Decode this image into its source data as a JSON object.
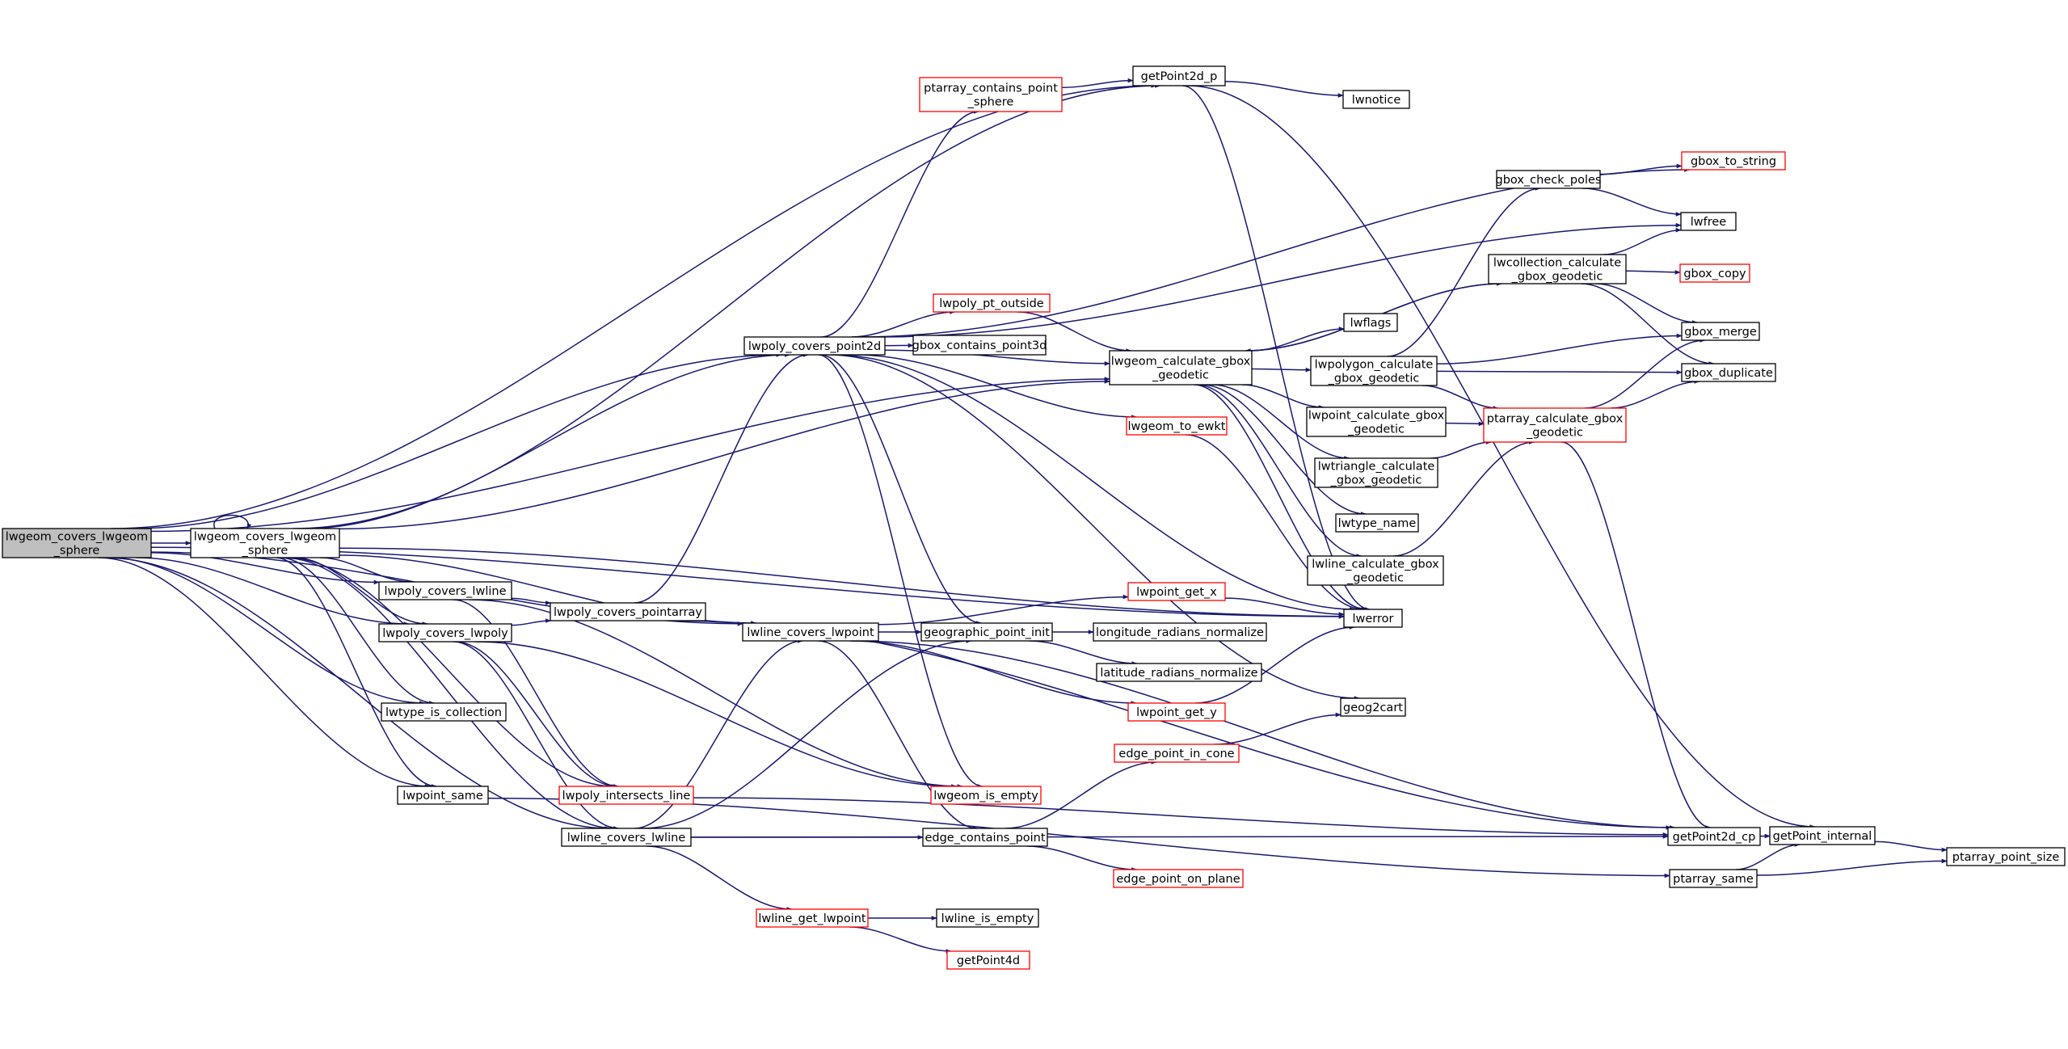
{
  "colors": {
    "edge": "#191970",
    "normal_border": "#000000",
    "truncated_border": "#ff0000",
    "root_fill": "#bfbfbf",
    "node_fill": "#ffffff"
  },
  "nodes": [
    {
      "id": "root",
      "lines": [
        "lwgeom_covers_lwgeom",
        "_sphere"
      ],
      "style": "root"
    },
    {
      "id": "inner",
      "lines": [
        "lwgeom_covers_lwgeom",
        "_sphere"
      ],
      "style": "normal"
    },
    {
      "id": "getPoint2d_p",
      "lines": [
        "getPoint2d_p"
      ],
      "style": "normal"
    },
    {
      "id": "lwnotice",
      "lines": [
        "lwnotice"
      ],
      "style": "normal"
    },
    {
      "id": "ptarray_contains_point_sphere",
      "lines": [
        "ptarray_contains_point",
        "_sphere"
      ],
      "style": "truncated"
    },
    {
      "id": "getPoint_internal",
      "lines": [
        "getPoint_internal"
      ],
      "style": "normal"
    },
    {
      "id": "lwerror",
      "lines": [
        "lwerror"
      ],
      "style": "normal"
    },
    {
      "id": "gbox_check_poles",
      "lines": [
        "gbox_check_poles"
      ],
      "style": "normal"
    },
    {
      "id": "gbox_to_string",
      "lines": [
        "gbox_to_string"
      ],
      "style": "truncated"
    },
    {
      "id": "lwfree",
      "lines": [
        "lwfree"
      ],
      "style": "normal"
    },
    {
      "id": "lwcollection_calc",
      "lines": [
        "lwcollection_calculate",
        "_gbox_geodetic"
      ],
      "style": "normal"
    },
    {
      "id": "gbox_copy",
      "lines": [
        "gbox_copy"
      ],
      "style": "truncated"
    },
    {
      "id": "lwpoly_pt_outside",
      "lines": [
        "lwpoly_pt_outside"
      ],
      "style": "truncated"
    },
    {
      "id": "lwflags",
      "lines": [
        "lwflags"
      ],
      "style": "normal"
    },
    {
      "id": "lwpoly_covers_point2d",
      "lines": [
        "lwpoly_covers_point2d"
      ],
      "style": "normal"
    },
    {
      "id": "gbox_contains_point3d",
      "lines": [
        "gbox_contains_point3d"
      ],
      "style": "normal"
    },
    {
      "id": "lwgeom_calc_gbox",
      "lines": [
        "lwgeom_calculate_gbox",
        "_geodetic"
      ],
      "style": "normal"
    },
    {
      "id": "gbox_merge",
      "lines": [
        "gbox_merge"
      ],
      "style": "normal"
    },
    {
      "id": "lwpolygon_calc",
      "lines": [
        "lwpolygon_calculate",
        "_gbox_geodetic"
      ],
      "style": "normal"
    },
    {
      "id": "gbox_duplicate",
      "lines": [
        "gbox_duplicate"
      ],
      "style": "normal"
    },
    {
      "id": "lwgeom_to_ewkt",
      "lines": [
        "lwgeom_to_ewkt"
      ],
      "style": "truncated"
    },
    {
      "id": "lwpoint_calc",
      "lines": [
        "lwpoint_calculate_gbox",
        "_geodetic"
      ],
      "style": "normal"
    },
    {
      "id": "ptarray_calc",
      "lines": [
        "ptarray_calculate_gbox",
        "_geodetic"
      ],
      "style": "truncated"
    },
    {
      "id": "lwtriangle_calc",
      "lines": [
        "lwtriangle_calculate",
        "_gbox_geodetic"
      ],
      "style": "normal"
    },
    {
      "id": "lwtype_name",
      "lines": [
        "lwtype_name"
      ],
      "style": "normal"
    },
    {
      "id": "lwline_calc",
      "lines": [
        "lwline_calculate_gbox",
        "_geodetic"
      ],
      "style": "normal"
    },
    {
      "id": "lwpoly_covers_lwline",
      "lines": [
        "lwpoly_covers_lwline"
      ],
      "style": "normal"
    },
    {
      "id": "lwpoint_get_x",
      "lines": [
        "lwpoint_get_x"
      ],
      "style": "truncated"
    },
    {
      "id": "lwpoly_covers_pointarray",
      "lines": [
        "lwpoly_covers_pointarray"
      ],
      "style": "normal"
    },
    {
      "id": "lwline_covers_lwpoint",
      "lines": [
        "lwline_covers_lwpoint"
      ],
      "style": "normal"
    },
    {
      "id": "geographic_point_init",
      "lines": [
        "geographic_point_init"
      ],
      "style": "normal"
    },
    {
      "id": "longitude_radians_normalize",
      "lines": [
        "longitude_radians_normalize"
      ],
      "style": "normal"
    },
    {
      "id": "lwpoly_covers_lwpoly",
      "lines": [
        "lwpoly_covers_lwpoly"
      ],
      "style": "normal"
    },
    {
      "id": "latitude_radians_normalize",
      "lines": [
        "latitude_radians_normalize"
      ],
      "style": "normal"
    },
    {
      "id": "lwtype_is_collection",
      "lines": [
        "lwtype_is_collection"
      ],
      "style": "normal"
    },
    {
      "id": "lwpoint_get_y",
      "lines": [
        "lwpoint_get_y"
      ],
      "style": "truncated"
    },
    {
      "id": "geog2cart",
      "lines": [
        "geog2cart"
      ],
      "style": "normal"
    },
    {
      "id": "edge_point_in_cone",
      "lines": [
        "edge_point_in_cone"
      ],
      "style": "truncated"
    },
    {
      "id": "lwpoint_same",
      "lines": [
        "lwpoint_same"
      ],
      "style": "normal"
    },
    {
      "id": "lwpoly_intersects_line",
      "lines": [
        "lwpoly_intersects_line"
      ],
      "style": "truncated"
    },
    {
      "id": "lwgeom_is_empty",
      "lines": [
        "lwgeom_is_empty"
      ],
      "style": "truncated"
    },
    {
      "id": "lwline_covers_lwline",
      "lines": [
        "lwline_covers_lwline"
      ],
      "style": "normal"
    },
    {
      "id": "edge_contains_point",
      "lines": [
        "edge_contains_point"
      ],
      "style": "normal"
    },
    {
      "id": "getPoint2d_cp",
      "lines": [
        "getPoint2d_cp"
      ],
      "style": "normal"
    },
    {
      "id": "ptarray_point_size",
      "lines": [
        "ptarray_point_size"
      ],
      "style": "normal"
    },
    {
      "id": "ptarray_same",
      "lines": [
        "ptarray_same"
      ],
      "style": "normal"
    },
    {
      "id": "edge_point_on_plane",
      "lines": [
        "edge_point_on_plane"
      ],
      "style": "truncated"
    },
    {
      "id": "lwline_get_lwpoint",
      "lines": [
        "lwline_get_lwpoint"
      ],
      "style": "truncated"
    },
    {
      "id": "lwline_is_empty",
      "lines": [
        "lwline_is_empty"
      ],
      "style": "normal"
    },
    {
      "id": "getPoint4d",
      "lines": [
        "getPoint4d"
      ],
      "style": "truncated"
    }
  ],
  "edges": [
    [
      "root",
      "inner"
    ],
    [
      "root",
      "getPoint2d_p"
    ],
    [
      "root",
      "lwgeom_calc_gbox"
    ],
    [
      "root",
      "lwpoly_covers_point2d"
    ],
    [
      "root",
      "lwerror"
    ],
    [
      "root",
      "lwpoly_covers_lwline"
    ],
    [
      "root",
      "lwpoly_covers_lwpoly"
    ],
    [
      "root",
      "lwtype_is_collection"
    ],
    [
      "root",
      "lwpoint_same"
    ],
    [
      "root",
      "lwline_covers_lwline"
    ],
    [
      "root",
      "lwline_covers_lwpoint"
    ],
    [
      "inner",
      "inner"
    ],
    [
      "inner",
      "getPoint2d_p"
    ],
    [
      "inner",
      "lwpoly_covers_point2d"
    ],
    [
      "inner",
      "lwgeom_calc_gbox"
    ],
    [
      "inner",
      "lwerror"
    ],
    [
      "inner",
      "lwpoly_covers_lwline"
    ],
    [
      "inner",
      "lwpoly_covers_lwpoly"
    ],
    [
      "inner",
      "lwline_covers_lwpoint"
    ],
    [
      "inner",
      "lwtype_is_collection"
    ],
    [
      "inner",
      "lwpoint_same"
    ],
    [
      "inner",
      "lwline_covers_lwline"
    ],
    [
      "inner",
      "lwpoly_intersects_line"
    ],
    [
      "getPoint2d_p",
      "lwnotice"
    ],
    [
      "getPoint2d_p",
      "getPoint_internal"
    ],
    [
      "getPoint2d_p",
      "lwerror"
    ],
    [
      "ptarray_contains_point_sphere",
      "getPoint2d_p"
    ],
    [
      "lwpoly_covers_point2d",
      "ptarray_contains_point_sphere"
    ],
    [
      "lwpoly_covers_point2d",
      "gbox_to_string"
    ],
    [
      "lwpoly_covers_point2d",
      "lwfree"
    ],
    [
      "lwpoly_covers_point2d",
      "lwpoly_pt_outside"
    ],
    [
      "lwpoly_covers_point2d",
      "gbox_contains_point3d"
    ],
    [
      "lwpoly_covers_point2d",
      "lwgeom_calc_gbox"
    ],
    [
      "lwpoly_covers_point2d",
      "lwgeom_to_ewkt"
    ],
    [
      "lwpoly_covers_point2d",
      "geographic_point_init"
    ],
    [
      "lwpoly_covers_point2d",
      "lwgeom_is_empty"
    ],
    [
      "lwpoly_covers_point2d",
      "geog2cart"
    ],
    [
      "lwpoly_covers_point2d",
      "lwerror"
    ],
    [
      "lwpoly_pt_outside",
      "lwgeom_calc_gbox"
    ],
    [
      "lwgeom_calc_gbox",
      "lwflags"
    ],
    [
      "lwgeom_calc_gbox",
      "lwcollection_calc"
    ],
    [
      "lwgeom_calc_gbox",
      "lwpolygon_calc"
    ],
    [
      "lwgeom_calc_gbox",
      "lwpoint_calc"
    ],
    [
      "lwgeom_calc_gbox",
      "lwtriangle_calc"
    ],
    [
      "lwgeom_calc_gbox",
      "lwtype_name"
    ],
    [
      "lwgeom_calc_gbox",
      "lwline_calc"
    ],
    [
      "lwgeom_calc_gbox",
      "lwerror"
    ],
    [
      "lwcollection_calc",
      "lwgeom_calc_gbox"
    ],
    [
      "lwcollection_calc",
      "gbox_copy"
    ],
    [
      "lwcollection_calc",
      "gbox_merge"
    ],
    [
      "lwcollection_calc",
      "gbox_duplicate"
    ],
    [
      "lwcollection_calc",
      "lwfree"
    ],
    [
      "lwpolygon_calc",
      "gbox_check_poles"
    ],
    [
      "lwpolygon_calc",
      "gbox_merge"
    ],
    [
      "lwpolygon_calc",
      "gbox_duplicate"
    ],
    [
      "lwpolygon_calc",
      "ptarray_calc"
    ],
    [
      "gbox_check_poles",
      "gbox_to_string"
    ],
    [
      "gbox_check_poles",
      "lwfree"
    ],
    [
      "lwpoint_calc",
      "ptarray_calc"
    ],
    [
      "lwtriangle_calc",
      "ptarray_calc"
    ],
    [
      "lwline_calc",
      "ptarray_calc"
    ],
    [
      "ptarray_calc",
      "gbox_merge"
    ],
    [
      "ptarray_calc",
      "gbox_duplicate"
    ],
    [
      "ptarray_calc",
      "getPoint2d_cp"
    ],
    [
      "lwgeom_to_ewkt",
      "lwerror"
    ],
    [
      "lwpoly_covers_lwline",
      "lwpoly_covers_pointarray"
    ],
    [
      "lwpoly_covers_lwline",
      "lwgeom_is_empty"
    ],
    [
      "lwpoly_covers_lwline",
      "lwpoly_intersects_line"
    ],
    [
      "lwpoly_covers_lwpoly",
      "lwpoly_covers_pointarray"
    ],
    [
      "lwpoly_covers_lwpoly",
      "lwgeom_is_empty"
    ],
    [
      "lwpoly_covers_lwpoly",
      "lwpoly_intersects_line"
    ],
    [
      "lwpoly_covers_lwpoly",
      "lwline_covers_lwline"
    ],
    [
      "lwpoly_covers_pointarray",
      "lwpoly_covers_point2d"
    ],
    [
      "lwpoly_covers_pointarray",
      "getPoint2d_cp"
    ],
    [
      "lwline_covers_lwpoint",
      "lwpoint_get_x"
    ],
    [
      "lwline_covers_lwpoint",
      "geographic_point_init"
    ],
    [
      "lwline_covers_lwpoint",
      "lwpoint_get_y"
    ],
    [
      "lwline_covers_lwpoint",
      "edge_contains_point"
    ],
    [
      "lwline_covers_lwpoint",
      "getPoint2d_cp"
    ],
    [
      "lwpoint_get_x",
      "lwerror"
    ],
    [
      "lwpoint_get_y",
      "lwerror"
    ],
    [
      "geographic_point_init",
      "longitude_radians_normalize"
    ],
    [
      "geographic_point_init",
      "latitude_radians_normalize"
    ],
    [
      "lwline_covers_lwline",
      "lwline_covers_lwpoint"
    ],
    [
      "lwline_covers_lwline",
      "geographic_point_init"
    ],
    [
      "lwline_covers_lwline",
      "edge_contains_point"
    ],
    [
      "lwline_covers_lwline",
      "lwline_get_lwpoint"
    ],
    [
      "lwline_covers_lwline",
      "getPoint2d_cp"
    ],
    [
      "lwline_get_lwpoint",
      "lwline_is_empty"
    ],
    [
      "lwline_get_lwpoint",
      "getPoint4d"
    ],
    [
      "edge_contains_point",
      "edge_point_in_cone"
    ],
    [
      "edge_contains_point",
      "edge_point_on_plane"
    ],
    [
      "edge_point_in_cone",
      "geog2cart"
    ],
    [
      "lwpoly_intersects_line",
      "getPoint2d_cp"
    ],
    [
      "lwpoint_same",
      "ptarray_same"
    ],
    [
      "ptarray_same",
      "getPoint_internal"
    ],
    [
      "ptarray_same",
      "ptarray_point_size"
    ],
    [
      "getPoint2d_cp",
      "getPoint_internal"
    ],
    [
      "getPoint_internal",
      "ptarray_point_size"
    ]
  ]
}
